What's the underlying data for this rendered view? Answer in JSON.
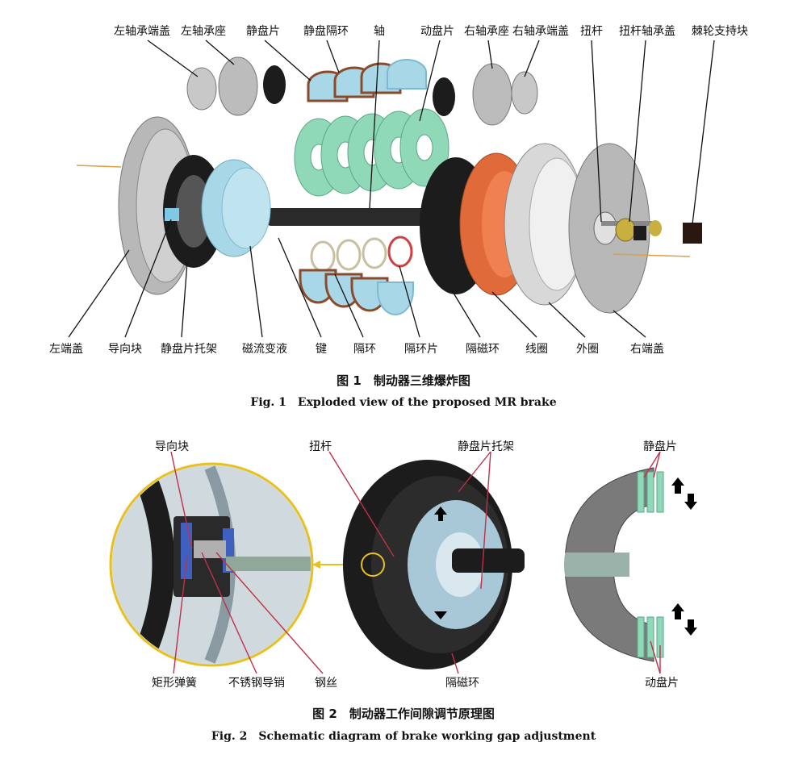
{
  "figure1": {
    "caption_zh": "图 1　制动器三维爆炸图",
    "caption_en": "Fig. 1　Exploded view of the proposed MR brake",
    "labels_top": [
      "左轴承端盖",
      "左轴承座",
      "静盘片",
      "静盘隔环",
      "轴",
      "动盘片",
      "右轴承座",
      "右轴承端盖",
      "扭杆",
      "扭杆轴承盖",
      "棘轮支持块"
    ],
    "labels_bottom": [
      "左端盖",
      "导向块",
      "静盘片托架",
      "磁流变液",
      "键",
      "隔环",
      "隔环片",
      "隔磁环",
      "线圈",
      "外圈",
      "右端盖"
    ]
  },
  "figure2": {
    "caption_zh": "图 2　制动器工作间隙调节原理图",
    "caption_en": "Fig. 2　Schematic diagram of brake working gap adjustment",
    "labels": [
      "导向块",
      "扭杆",
      "静盘片托架",
      "静盘片",
      "矩形弹簧",
      "不锈钢导销",
      "钢丝",
      "隔磁环",
      "动盘片"
    ]
  },
  "colors": {
    "ferrofluid_blue": "#a8d8e8",
    "disc_green": "#8fd8b8",
    "coil_orange": "#e06a3a",
    "black_ring": "#1c1c1c",
    "highlight_yellow": "#e8c020",
    "arrow_red": "#c0304a"
  }
}
